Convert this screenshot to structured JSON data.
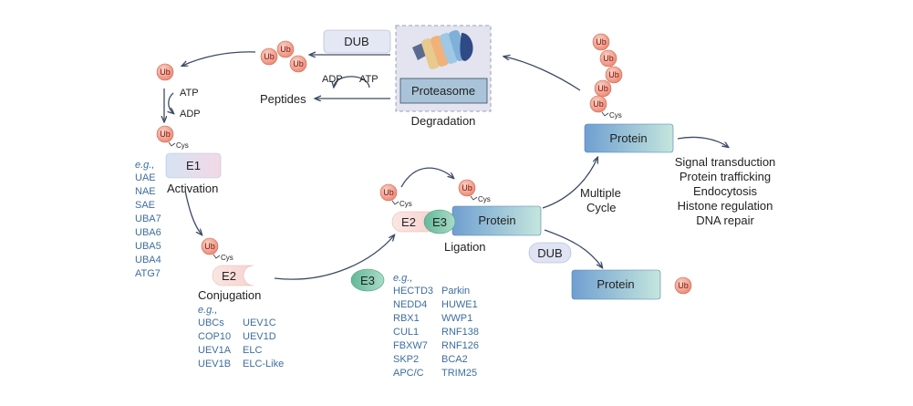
{
  "ub_label": "Ub",
  "cys_label": "Cys",
  "e1": {
    "label": "E1",
    "stage": "Activation"
  },
  "atp": "ATP",
  "adp": "ADP",
  "e1_examples": {
    "prefix": "e.g.,",
    "items": [
      "UAE",
      "NAE",
      "SAE",
      "UBA7",
      "UBA6",
      "UBA5",
      "UBA4",
      "ATG7"
    ]
  },
  "e2": {
    "label": "E2",
    "stage": "Conjugation"
  },
  "e2_examples": {
    "prefix": "e.g.,",
    "col1": [
      "UBCs",
      "COP10",
      "UEV1A",
      "UEV1B"
    ],
    "col2": [
      "UEV1C",
      "UEV1D",
      "ELC",
      "ELC-Like"
    ]
  },
  "ligation": {
    "e2": "E2",
    "e3": "E3",
    "protein": "Protein",
    "stage": "Ligation"
  },
  "e3_key": "E3",
  "e3_examples": {
    "prefix": "e.g.,",
    "col1": [
      "HECTD3",
      "NEDD4",
      "RBX1",
      "CUL1",
      "FBXW7",
      "SKP2",
      "APC/C"
    ],
    "col2": [
      "Parkin",
      "HUWE1",
      "WWP1",
      "RNF138",
      "RNF126",
      "BCA2",
      "TRIM25"
    ]
  },
  "multiple_cycle": [
    "Multiple",
    "Cycle"
  ],
  "poly_protein": "Protein",
  "functions": [
    "Signal transduction",
    "Protein trafficking",
    "Endocytosis",
    "Histone regulation",
    "DNA repair"
  ],
  "dub_bottom": "DUB",
  "free_protein": "Protein",
  "proteasome": {
    "label": "Proteasome",
    "stage": "Degradation"
  },
  "dub_top": "DUB",
  "peptides": "Peptides",
  "colors": {
    "ub_fill": "#f3a08c",
    "ub_stroke": "#c96b58",
    "arrow": "#3c4a66",
    "protein_left": "#6f9fd1",
    "protein_right": "#bfe3dc",
    "e3_fill": "#72c2a3",
    "dub_fill": "#dfe3f3"
  }
}
